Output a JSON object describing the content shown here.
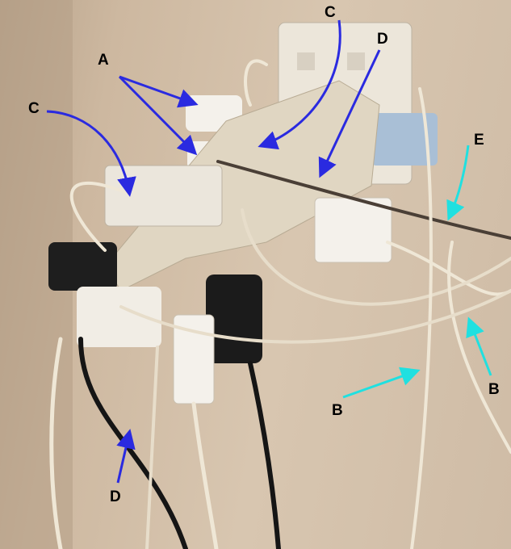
{
  "labels": [
    {
      "text": "A",
      "color": "#2a2ae0"
    },
    {
      "text": "C",
      "color": "#2a2ae0"
    },
    {
      "text": "D",
      "color": "#2a2ae0"
    },
    {
      "text": "C",
      "color": "#2a2ae0"
    },
    {
      "text": "E",
      "color": "#20e0e0"
    },
    {
      "text": "B",
      "color": "#20e0e0"
    },
    {
      "text": "B",
      "color": "#20e0e0"
    },
    {
      "text": "D",
      "color": "#2a2ae0"
    }
  ]
}
